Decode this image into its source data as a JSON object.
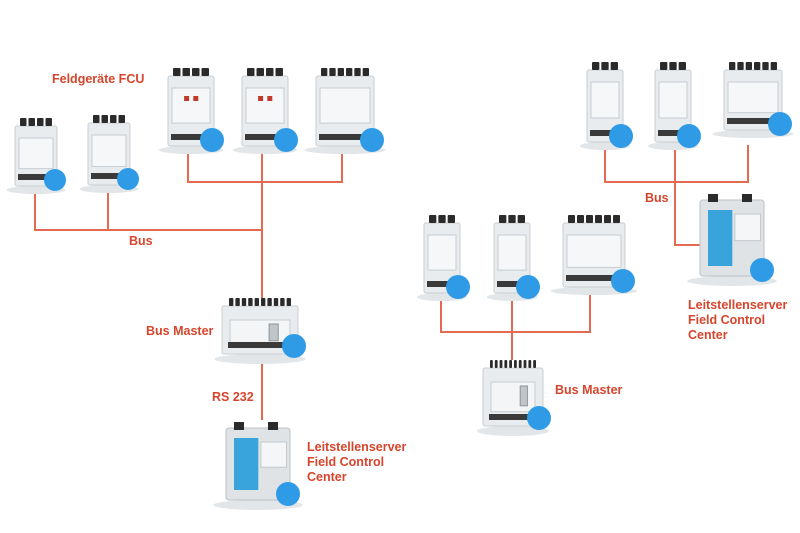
{
  "labels": {
    "field_devices": "Feldgeräte FCU",
    "bus_left": "Bus",
    "bus_master_left": "Bus Master",
    "rs232": "RS 232",
    "server_left_l1": "Leitstellenserver",
    "server_left_l2": "Field Control",
    "server_left_l3": "Center",
    "bus_right": "Bus",
    "server_right_l1": "Leitstellenserver",
    "server_right_l2": "Field Control",
    "server_right_l3": "Center",
    "bus_master_right": "Bus Master"
  },
  "colors": {
    "line": "#e46a52",
    "label": "#d6452c",
    "device_body": "#e9ecee",
    "device_shadow": "#c9ced2",
    "terminal": "#2b2b2b",
    "badge": "#2f9be6",
    "server_blue": "#39a3dc"
  },
  "devices": [
    {
      "type": "fcu-small",
      "name": "fcu-device"
    },
    {
      "type": "fcu-small",
      "name": "fcu-device"
    },
    {
      "type": "fcu-red",
      "name": "fcu-device"
    },
    {
      "type": "fcu-red",
      "name": "fcu-device"
    },
    {
      "type": "fcu-wide",
      "name": "fcu-device"
    },
    {
      "type": "fcu-small",
      "name": "fcu-device"
    },
    {
      "type": "fcu-small",
      "name": "fcu-device"
    },
    {
      "type": "fcu-wide",
      "name": "fcu-device"
    },
    {
      "type": "fcu-small",
      "name": "fcu-device"
    },
    {
      "type": "fcu-small",
      "name": "fcu-device"
    },
    {
      "type": "fcu-wide",
      "name": "fcu-device"
    },
    {
      "type": "bus-master",
      "name": "bus-master-device"
    },
    {
      "type": "bus-master-small",
      "name": "bus-master-device"
    },
    {
      "type": "server",
      "name": "control-center-server"
    },
    {
      "type": "server",
      "name": "control-center-server"
    }
  ]
}
